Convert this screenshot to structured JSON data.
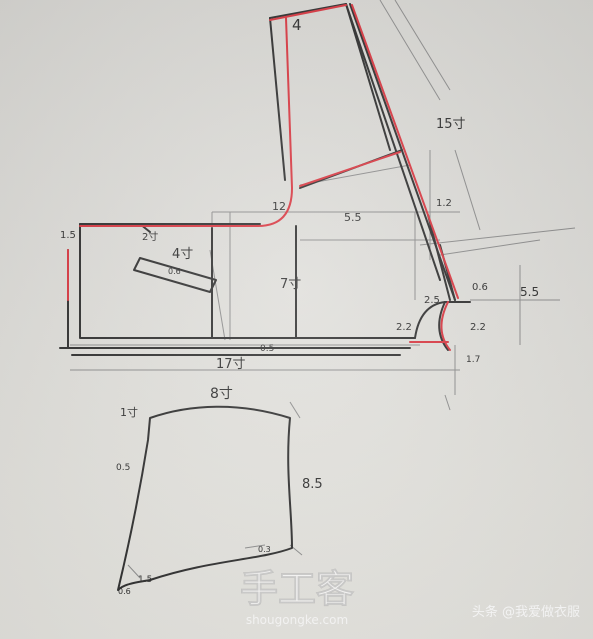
{
  "labels": {
    "top_width": "4",
    "upper_right_length": "15寸",
    "collar_12": "12",
    "collar_1_2": "1.2",
    "mid_5_5": "5.5",
    "left_1_5": "1.5",
    "slot_2_寸": "2寸",
    "slot_4寸": "4寸",
    "slot_0_6": "0.6",
    "body_height": "7寸",
    "right_0_6": "0.6",
    "right_side_5_5": "5.5",
    "notch_2_5": "2.5",
    "notch_2_2_left": "2.2",
    "notch_2_2_right": "2.2",
    "bottom_0_5": "0.5",
    "bottom_1_7": "1.7",
    "bottom_length": "17寸",
    "lower_top_width": "8寸",
    "lower_tl_1寸": "1寸",
    "lower_left_0_5": "0.5",
    "lower_right_height": "8.5",
    "lower_br_0_3": "0.3",
    "lower_bl_1_5": "1.5",
    "lower_bl_0_6": "0.6"
  },
  "watermark": {
    "title": "手工客",
    "site": "shougongke.com"
  },
  "credit": {
    "text": "头条 @我爱做衣服"
  },
  "colors": {
    "ink": "#2a2a2a",
    "red": "#d8323c",
    "pencil": "#8a8a8a"
  }
}
